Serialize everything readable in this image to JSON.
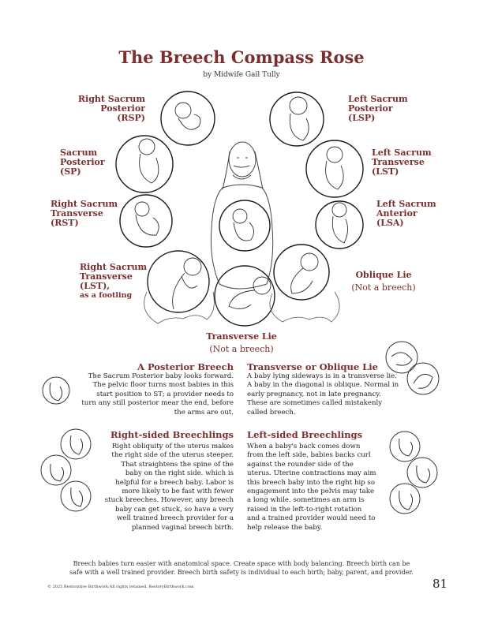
{
  "title": "The Breech Compass Rose",
  "byline": "by Midwife Gail Tully",
  "positions": {
    "rsp": {
      "line1": "Right Sacrum",
      "line2": "Posterior",
      "line3": "(RSP)"
    },
    "sp": {
      "line1": "Sacrum",
      "line2": "Posterior",
      "line3": "(SP)"
    },
    "rst": {
      "line1": "Right Sacrum",
      "line2": "Transverse",
      "line3": "(RST)"
    },
    "rst_footling": {
      "line1": "Right Sacrum",
      "line2": "Transverse",
      "line3": "(LST),",
      "line4": "as a footling"
    },
    "lsp": {
      "line1": "Left Sacrum",
      "line2": "Posterior",
      "line3": "(LSP)"
    },
    "lst": {
      "line1": "Left Sacrum",
      "line2": "Transverse",
      "line3": "(LST)"
    },
    "lsa": {
      "line1": "Left Sacrum",
      "line2": "Anterior",
      "line3": "(LSA)"
    },
    "oblique": {
      "line1": "Oblique Lie",
      "line2": "(Not a breech)"
    },
    "transverse": {
      "line1": "Transverse Lie",
      "line2": "(Not a breech)"
    }
  },
  "sections": {
    "posterior": {
      "heading": "A Posterior Breech",
      "lines": [
        "The Sacrum Posterior baby looks forward.",
        "The pelvic floor turns most babies in this",
        "start position to ST; a provider needs to",
        "turn any still posterior mear the end, before",
        "the arms are out."
      ]
    },
    "transverse_oblique": {
      "heading": "Transverse or Oblique Lie",
      "lines": [
        "A baby lying sideways is in a transverse lie.",
        "A baby in the diagonal is oblique. Normal in",
        "early pregnancy, not in late pregnancy.",
        "These are sometimes called mistakenly",
        "called breech."
      ]
    },
    "right_sided": {
      "heading": "Right-sided Breechlings",
      "lines": [
        "Right obliquity of the uterus makes",
        "the right side of the uterus steeper.",
        "That straightens the spine of the",
        "baby on the right side. which is",
        "helpful for a breech baby. Labor is",
        "more likely to be fast with fewer",
        "stuck breeches. However, any breech",
        "baby can get stuck, so have a very",
        "well trained breech provider for a",
        "planned vaginal breech birth."
      ]
    },
    "left_sided": {
      "heading": "Left-sided Breechlings",
      "lines": [
        "When a baby's back comes down",
        "from the left side, babies backs curl",
        "against the rounder side of the",
        "uterus. Uterine contractions may aim",
        "this breech baby into the right hip so",
        "engagement into the pelvis may take",
        "a long while. sometimes an arm is",
        "raised in the left-to-right rotation",
        "and a trained provider would need to",
        "help release the baby."
      ]
    }
  },
  "footer": {
    "line1": "Breech babies turn easier with anatomical space. Create space with body balancing. Breech birth can be",
    "line2": "safe with a well trained provider. Breech birth safety  is individual to each birth; baby, parent, and provider."
  },
  "copyright": "© 2025  Restorative Birthwork  All rights retained.  RestoryBirthwork.com",
  "page_number": "81",
  "colors": {
    "heading": "#7a2e2e",
    "text": "#222222",
    "line": "#1a1a1a"
  }
}
